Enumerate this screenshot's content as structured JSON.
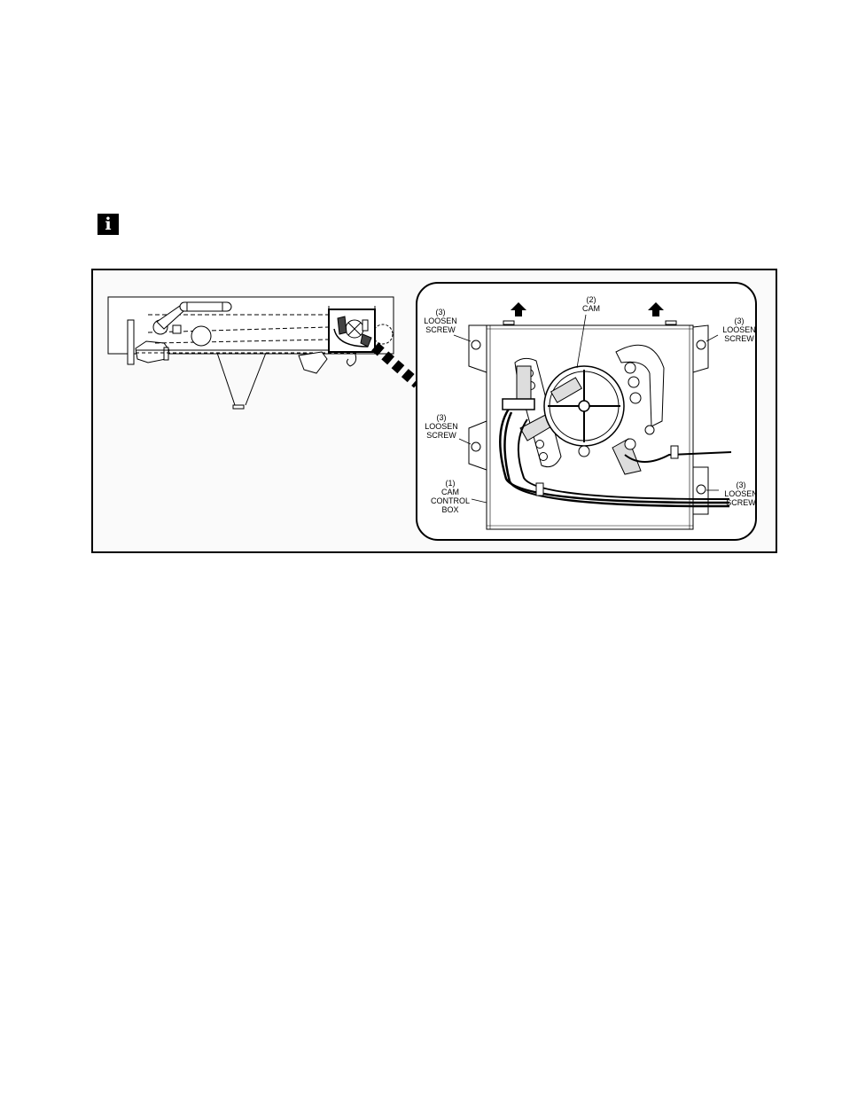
{
  "note": {
    "icon": "info-icon",
    "glyph": "i"
  },
  "figure": {
    "labels": {
      "cam": {
        "num": "(2)",
        "name": "CAM"
      },
      "screw_top_left": {
        "num": "(3)",
        "line1": "LOOSEN",
        "line2": "SCREW"
      },
      "screw_top_right": {
        "num": "(3)",
        "line1": "LOOSEN",
        "line2": "SCREW"
      },
      "screw_mid_left": {
        "num": "(3)",
        "line1": "LOOSEN",
        "line2": "SCREW"
      },
      "screw_bottom_right": {
        "num": "(3)",
        "line1": "LOOSEN",
        "line2": "SCREW"
      },
      "control_box": {
        "num": "(1)",
        "line1": "CAM",
        "line2": "CONTROL",
        "line3": "BOX"
      }
    },
    "icons": [
      "up-arrow-icon",
      "up-arrow-icon"
    ]
  }
}
